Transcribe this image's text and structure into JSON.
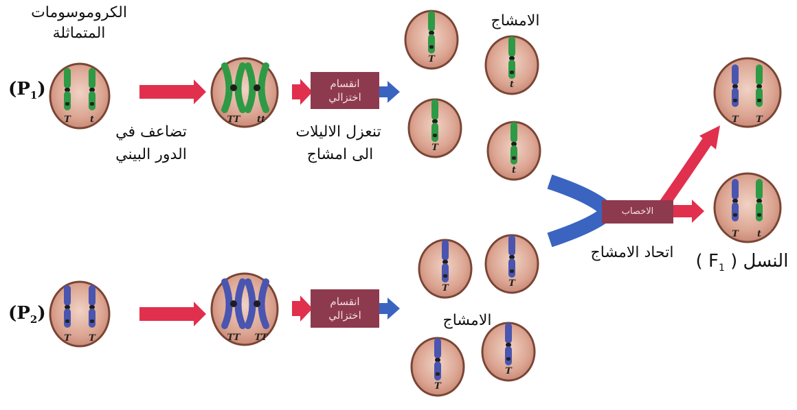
{
  "labels": {
    "homologous_l1": "الكروموسومات",
    "homologous_l2": "المتماثلة",
    "duplication_l1": "تضاعف في",
    "duplication_l2": "الدور البيني",
    "segregation_l1": "تنعزل الاليلات",
    "segregation_l2": "الى امشاج",
    "gametes_top": "الامشاج",
    "gametes_bottom": "الامشاج",
    "union": "اتحاد الامشاج",
    "offspring": "النسل",
    "f1_letter": "F",
    "f1_sub": "1"
  },
  "generations": {
    "p1_letter": "P",
    "p1_sub": "1",
    "p2_letter": "P",
    "p2_sub": "2"
  },
  "boxes": {
    "meiosis_l1": "انقسام",
    "meiosis_l2": "اختزالي",
    "fertilization": "الاخصاب"
  },
  "alleles": {
    "p1_pair": [
      "T",
      "t"
    ],
    "p1_duplicated": [
      "TT",
      "tt"
    ],
    "p2_pair": [
      "T",
      "T"
    ],
    "p2_duplicated": [
      "TT",
      "TT"
    ],
    "gametes_p1": [
      "T",
      "t",
      "T",
      "t"
    ],
    "gametes_p2": [
      "T",
      "T",
      "T",
      "T"
    ],
    "offspring_1": [
      "T",
      "T"
    ],
    "offspring_2": [
      "T",
      "t"
    ]
  },
  "colors": {
    "green_chromosome": "#2e9a45",
    "blue_chromosome": "#4a55b0",
    "red_arrow": "#e0304e",
    "blue_arrow": "#3a64c0",
    "box": "#8e3a4e",
    "cell_fill": "#d9a38f",
    "cell_border": "#7a4535"
  }
}
